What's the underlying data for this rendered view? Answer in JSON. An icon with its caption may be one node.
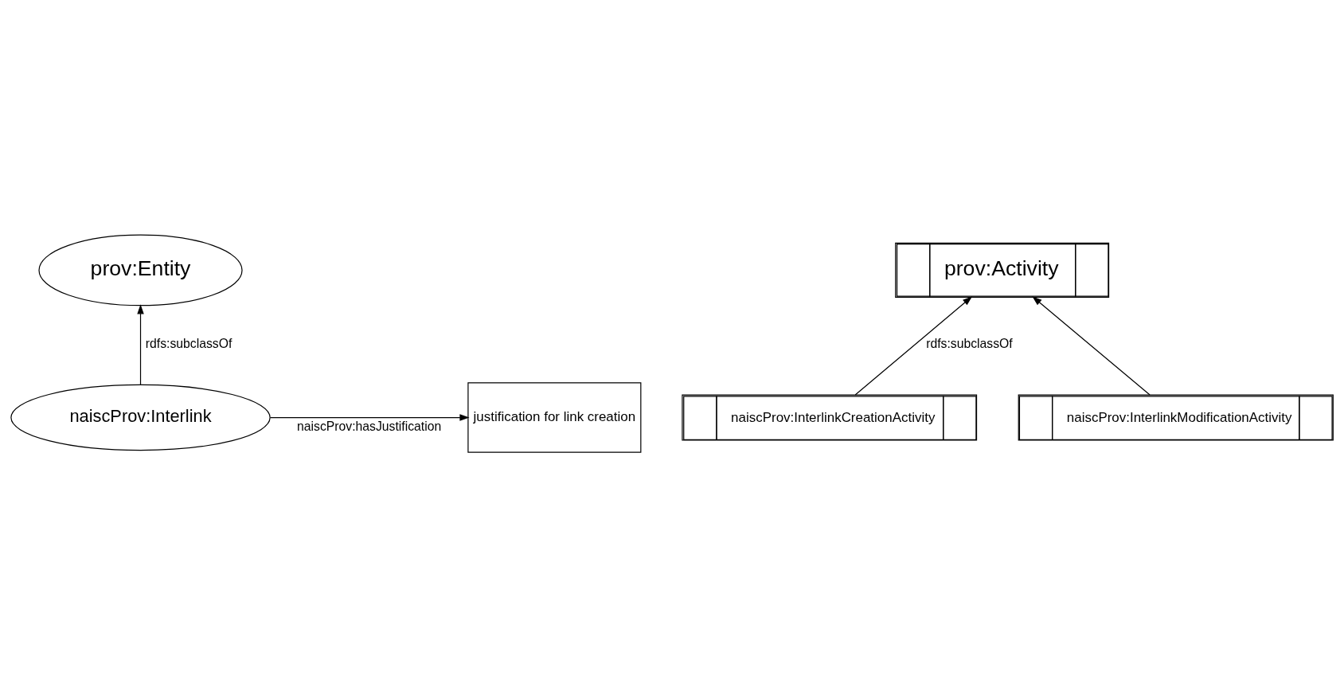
{
  "diagram": {
    "nodes": [
      {
        "text": [
          "prov:Entity"
        ]
      },
      {
        "text": [
          "naiscProv:Interlink"
        ]
      },
      {
        "text": [
          "justification for link creation"
        ]
      },
      {
        "text": [
          "prov:Activity"
        ]
      },
      {
        "text": [
          "naiscProv:InterlinkCreationActivity"
        ]
      },
      {
        "text": [
          "naiscProv:InterlinkModificationActivity"
        ]
      }
    ],
    "edges": [
      {
        "from": 1,
        "to": 0,
        "arrow": "to",
        "label": "rdfs:subclassOf"
      },
      {
        "from": 1,
        "to": 2,
        "arrow": "to",
        "label": "naiscProv:hasJustification"
      },
      {
        "from": 4,
        "to": 3,
        "arrow": "to",
        "label": "rdfs:subclassOf"
      },
      {
        "from": 5,
        "to": 3,
        "arrow": "to"
      }
    ]
  }
}
